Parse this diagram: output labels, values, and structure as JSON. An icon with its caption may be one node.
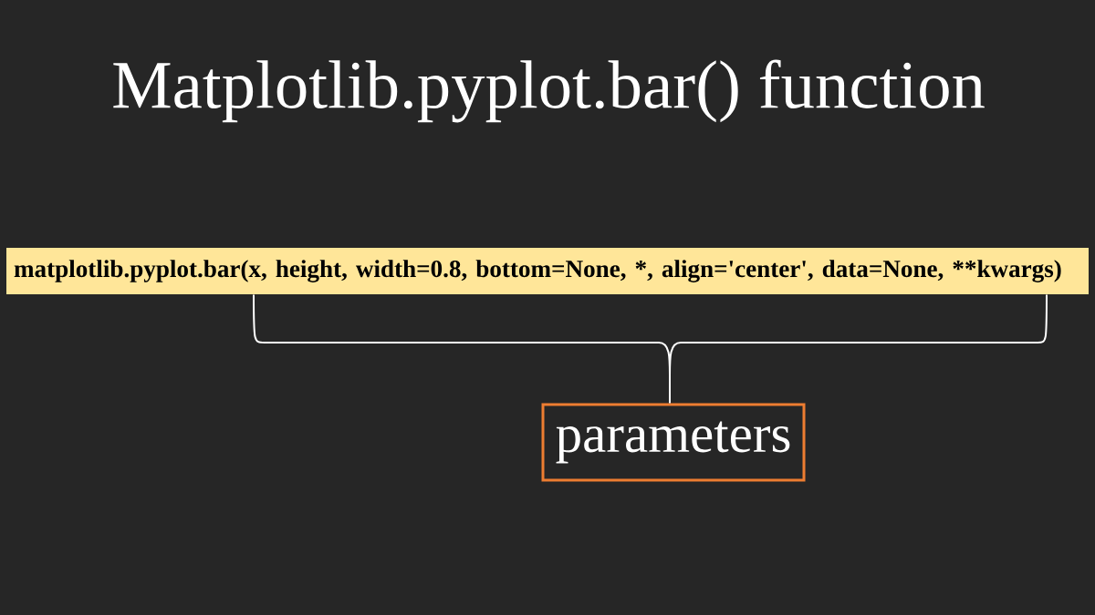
{
  "diagram": {
    "title": "Matplotlib.pyplot.bar() function",
    "nodes": [
      {
        "text": [
          "matplotlib.pyplot.bar(x, height, width=0.8, bottom=None, *, align='center', data=None, **kwargs)"
        ]
      },
      {
        "text": [
          "parameters"
        ]
      }
    ],
    "edges": [
      {
        "from": 0,
        "to": 1,
        "arrow": "none"
      }
    ]
  }
}
